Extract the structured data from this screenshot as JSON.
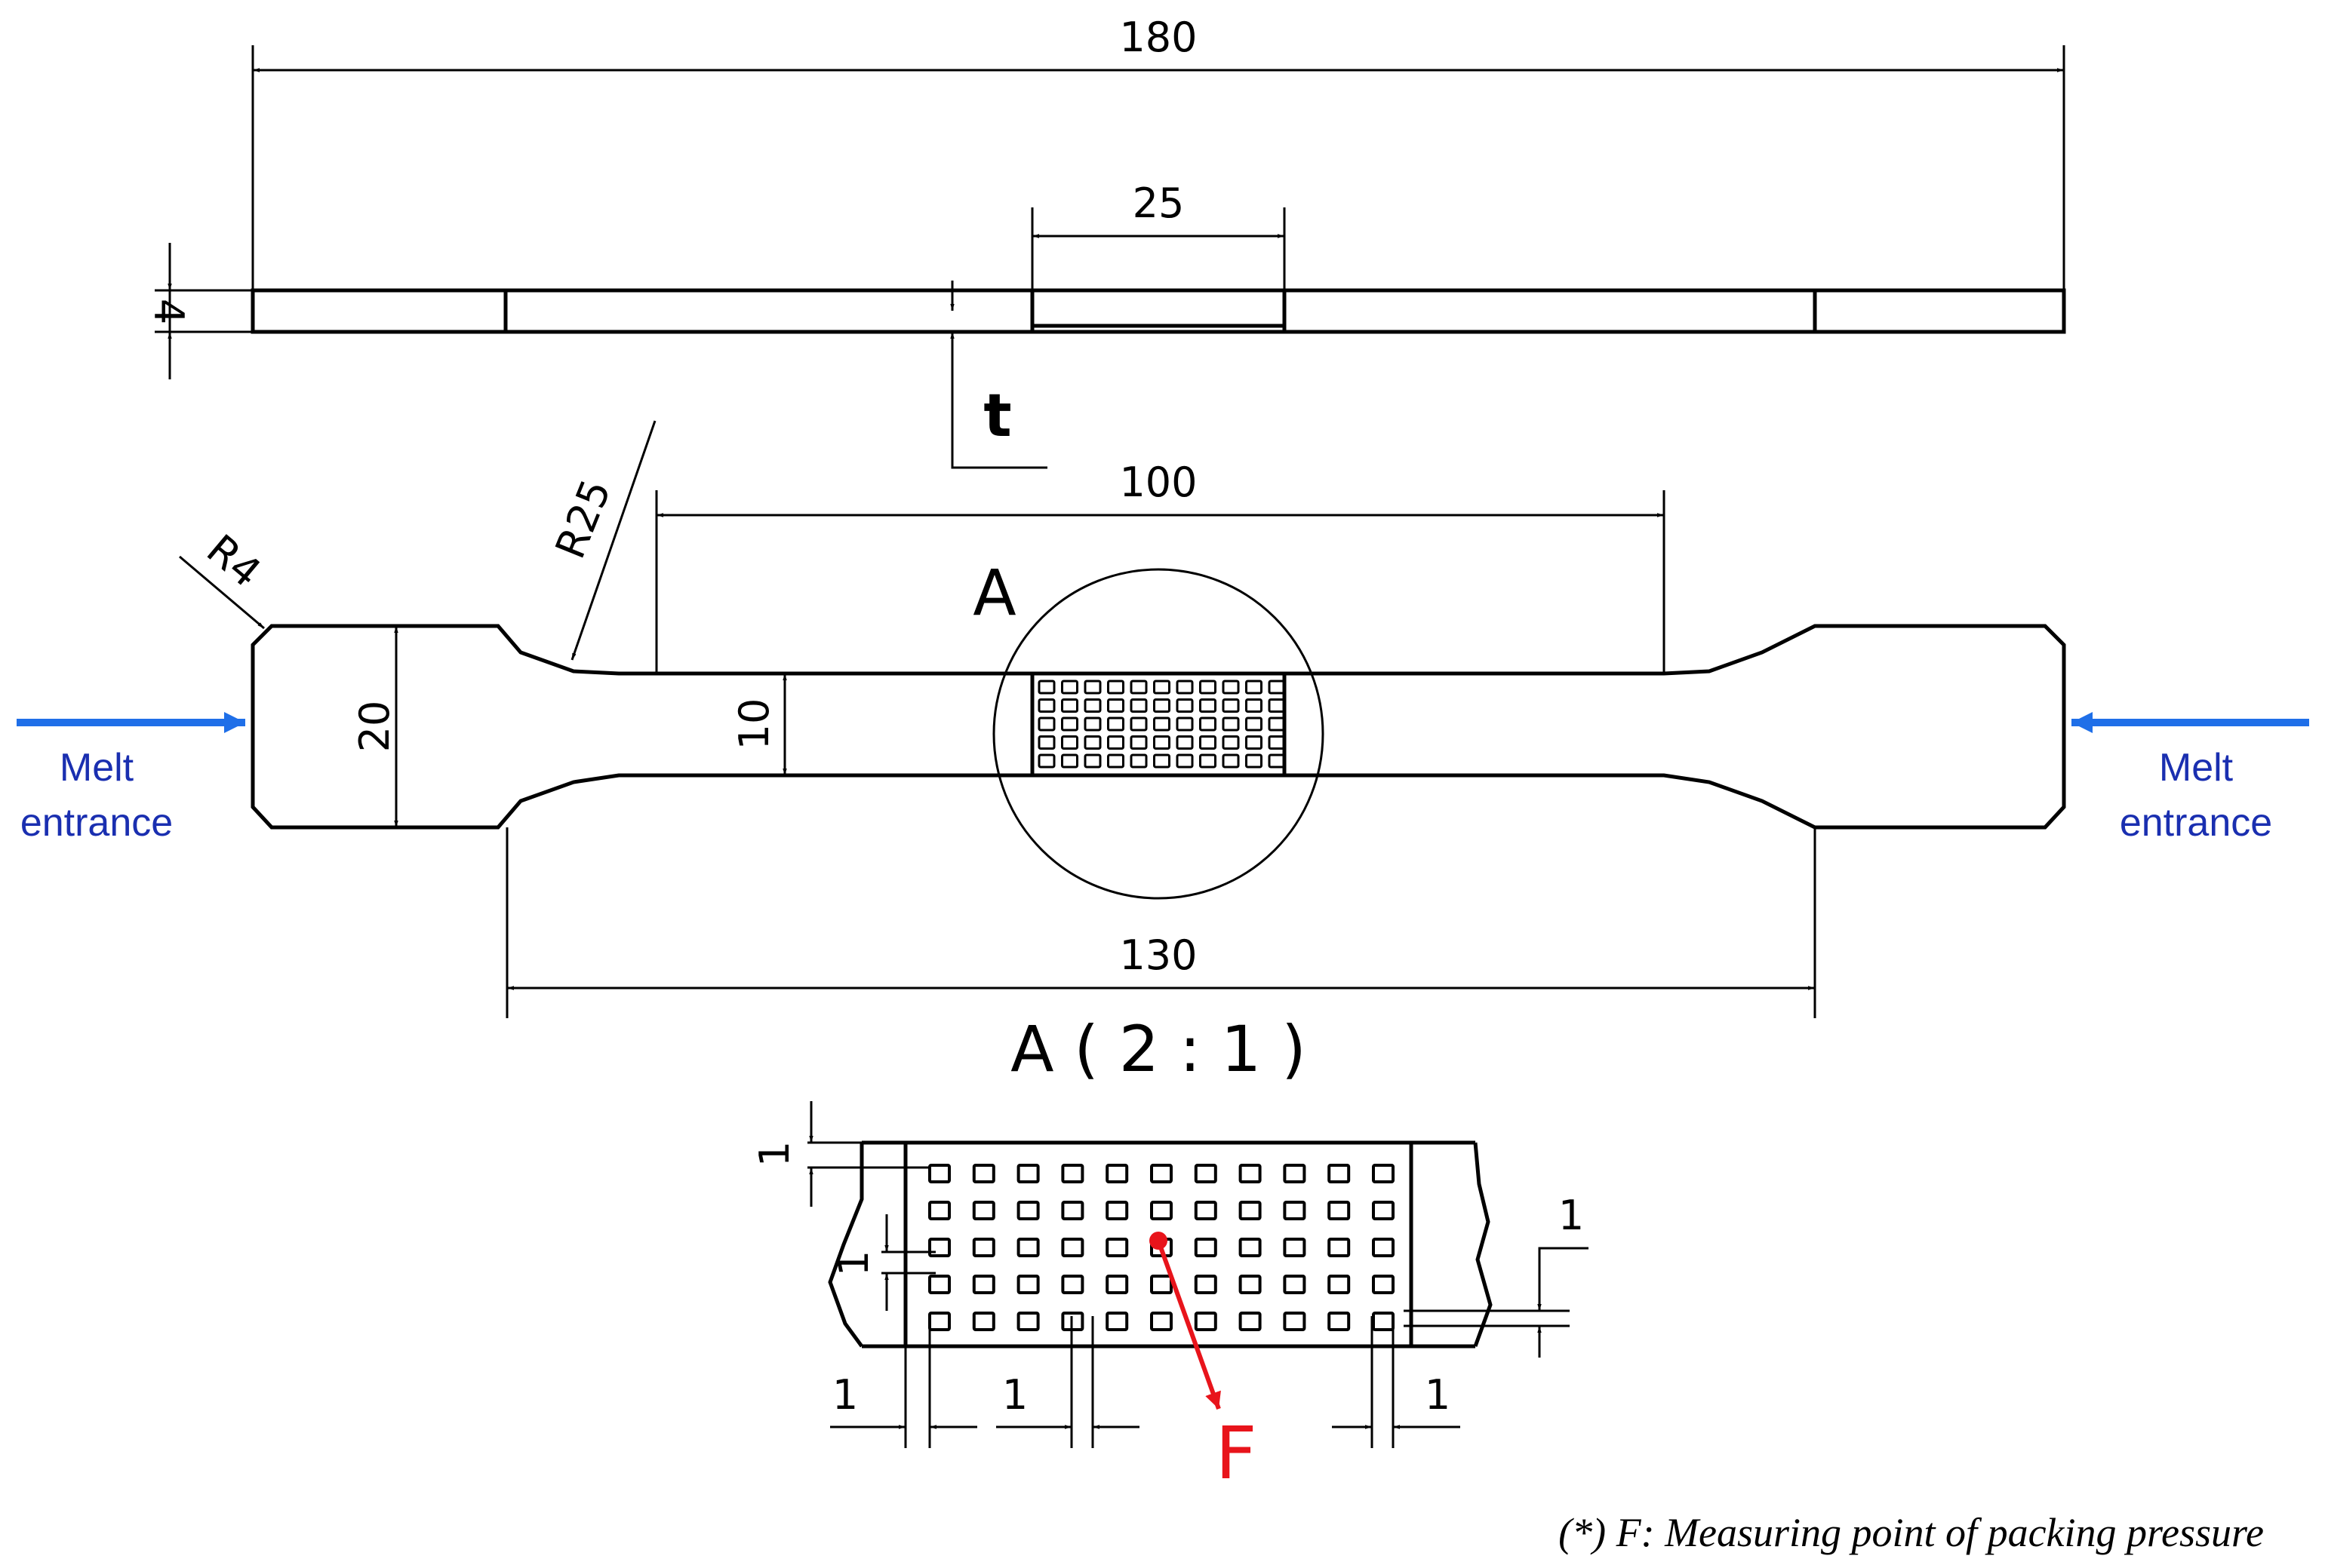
{
  "dimensions": {
    "overall_length": "180",
    "gauge_window": "25",
    "thickness": "4",
    "thickness_symbol": "t",
    "gauge_length": "100",
    "fillet_radius_large": "R25",
    "corner_radius": "R4",
    "grip_width": "20",
    "narrow_width": "10",
    "shoulder_length": "130"
  },
  "labels": {
    "detail_marker": "A",
    "detail_title": "A ( 2 : 1 )",
    "melt_entrance_line1": "Melt",
    "melt_entrance_line2": "entrance",
    "measuring_point": "F",
    "footnote": "(*) F: Measuring point of packing pressure"
  },
  "detail_dimensions": {
    "top_gap": "1",
    "row_gap": "1",
    "right_gap": "1",
    "bottom_left": "1",
    "bottom_mid": "1",
    "bottom_right": "1"
  },
  "colors": {
    "arrow_blue": "#1f6fe8",
    "text_blue": "#1a2fb0",
    "measure_red": "#e8141b"
  }
}
